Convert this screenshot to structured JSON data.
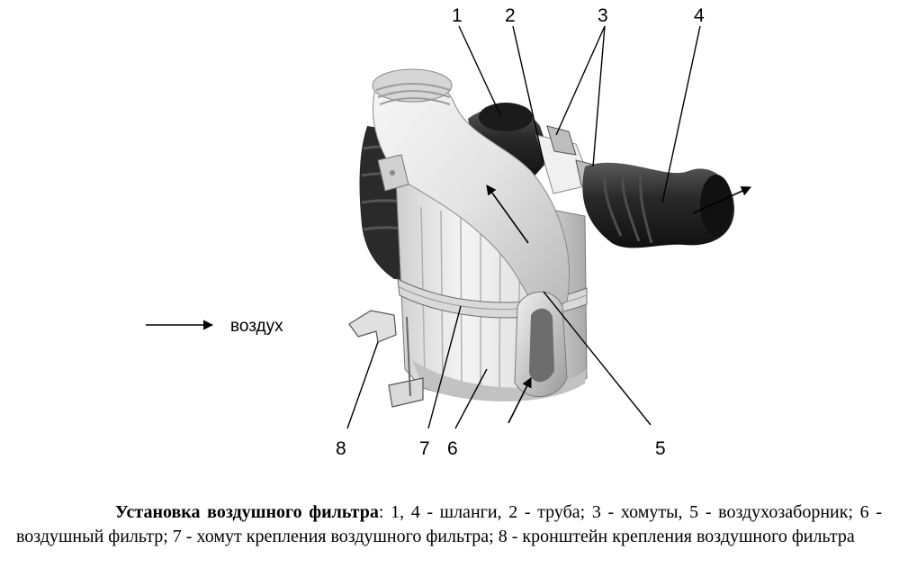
{
  "legend": {
    "air_label": "воздух"
  },
  "callouts": [
    "1",
    "2",
    "3",
    "4",
    "5",
    "6",
    "7",
    "8"
  ],
  "caption": {
    "title": "Установка воздушного фильтра",
    "separator": ":",
    "body": " 1, 4 - шланги, 2 - труба; 3 - хомуты, 5 - воздухозаборник; 6 - воздушный фильтр; 7 - хомут крепления воздушного фильтра; 8 - кронштейн крепления воздушного фильтра"
  }
}
